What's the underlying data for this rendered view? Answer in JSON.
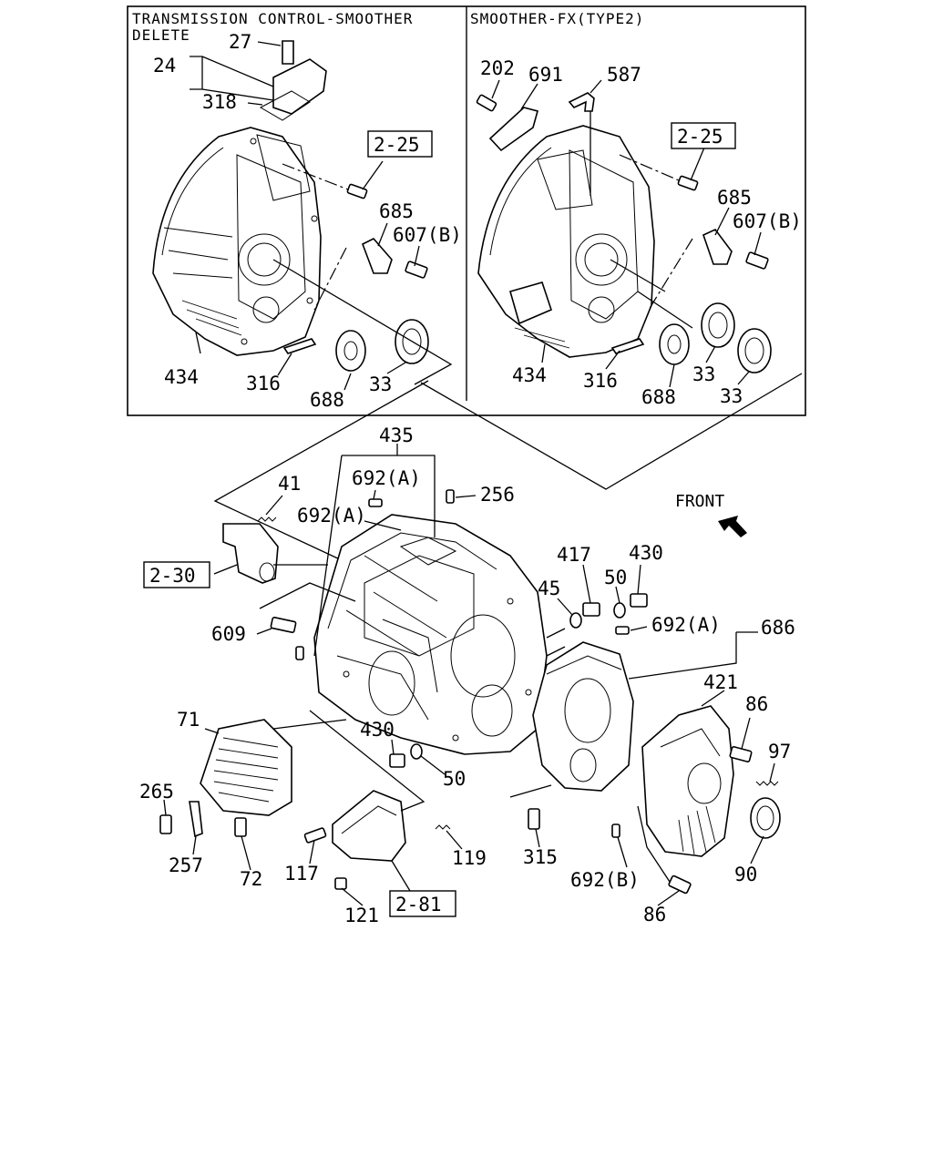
{
  "inset": {
    "left_title_line1": "TRANSMISSION CONTROL-SMOOTHER",
    "left_title_line2": "DELETE",
    "right_title": "SMOOTHER-FX(TYPE2)"
  },
  "front_label": "FRONT",
  "callouts": {
    "l_27": "27",
    "l_24": "24",
    "l_318": "318",
    "l_ref_2_25_a": "2-25",
    "l_685_a": "685",
    "l_607b_a": "607(B)",
    "l_434_a": "434",
    "l_316_a": "316",
    "l_688_a": "688",
    "l_33_a": "33",
    "r_202": "202",
    "r_691": "691",
    "r_587": "587",
    "r_ref_2_25_b": "2-25",
    "r_685_b": "685",
    "r_607b_b": "607(B)",
    "r_434_b": "434",
    "r_316_b": "316",
    "r_688_b": "688",
    "r_33_b": "33",
    "r_33_c": "33",
    "m_435": "435",
    "m_41": "41",
    "m_692a_1": "692(A)",
    "m_692a_2": "692(A)",
    "m_256": "256",
    "m_ref_2_30": "2-30",
    "m_609": "609",
    "m_417": "417",
    "m_430_a": "430",
    "m_45": "45",
    "m_50_a": "50",
    "m_692a_3": "692(A)",
    "m_686": "686",
    "m_421": "421",
    "m_86_a": "86",
    "m_97": "97",
    "m_71": "71",
    "m_430_b": "430",
    "m_50_b": "50",
    "m_265": "265",
    "m_257": "257",
    "m_72": "72",
    "m_117": "117",
    "m_119": "119",
    "m_315": "315",
    "m_90": "90",
    "m_692b": "692(B)",
    "m_86_b": "86",
    "m_121": "121",
    "m_ref_2_81": "2-81"
  }
}
